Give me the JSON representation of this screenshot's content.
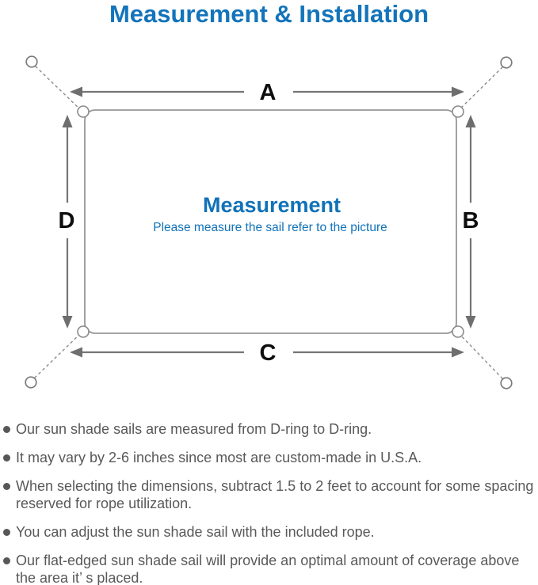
{
  "page": {
    "title": "Measurement & Installation"
  },
  "diagram": {
    "heading": "Measurement",
    "subheading": "Please measure the sail refer to the picture",
    "labels": {
      "top": "A",
      "right": "B",
      "bottom": "C",
      "left": "D"
    },
    "colors": {
      "title_blue": "#1374bb",
      "inner_blue": "#1172b8",
      "label_black": "#0e0e0e",
      "line_gray": "#8a8a8a",
      "arrow_gray": "#6e6e6e",
      "note_gray": "#59595b"
    }
  },
  "notes": {
    "items": [
      "Our sun shade sails are measured from D-ring to D-ring.",
      "It may vary by 2-6 inches since most are custom-made in U.S.A.",
      "When selecting the dimensions, subtract 1.5 to 2 feet to account for some spacing reserved for rope utilization.",
      "You can adjust the sun shade sail with the included rope.",
      "Our flat-edged sun shade sail will provide an optimal amount of coverage above the area it’ s placed."
    ]
  }
}
